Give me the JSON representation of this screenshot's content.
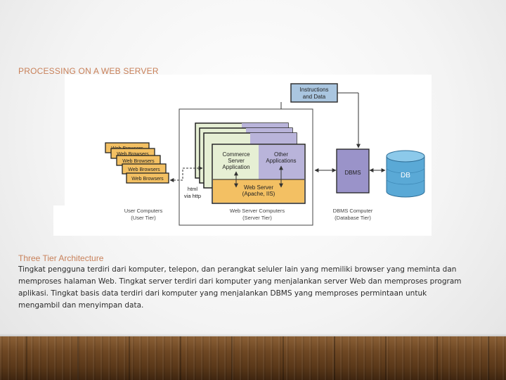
{
  "slide": {
    "title": "PROCESSING ON A WEB SERVER",
    "subtitle": "Three Tier Architecture",
    "body": "Tingkat pengguna terdiri dari komputer, telepon, dan perangkat seluler lain yang memiliki browser yang meminta dan memproses halaman Web. Tingkat server terdiri dari komputer yang menjalankan server Web dan memproses program aplikasi. Tingkat basis data terdiri dari komputer yang menjalankan DBMS yang memproses permintaan untuk mengambil dan menyimpan data."
  },
  "diagram": {
    "instructions_line1": "Instructions",
    "instructions_line2": "and Data",
    "browser_label": "Web Browsers",
    "commerce_line1": "Commerce",
    "commerce_line2": "Server",
    "commerce_line3": "Application",
    "other_line1": "Other",
    "other_line2": "Applications",
    "webserver_line1": "Web Server",
    "webserver_line2": "(Apache, IIS)",
    "html_line1": "html",
    "html_line2": "via http",
    "dbms_label": "DBMS",
    "db_label": "DB",
    "user_caption_line1": "User Computers",
    "user_caption_line2": "(User Tier)",
    "server_caption_line1": "Web Server Computers",
    "server_caption_line2": "(Server Tier)",
    "dbms_caption_line1": "DBMS Computer",
    "dbms_caption_line2": "(Database Tier)",
    "colors": {
      "instructions_fill": "#aac6e0",
      "green_fill": "#e6efd4",
      "purple_fill": "#b9b4da",
      "orange_fill": "#f3c063",
      "dbms_fill": "#9a93c9",
      "db_fill": "#5aa9d6",
      "text_accent": "#c8815a"
    }
  }
}
